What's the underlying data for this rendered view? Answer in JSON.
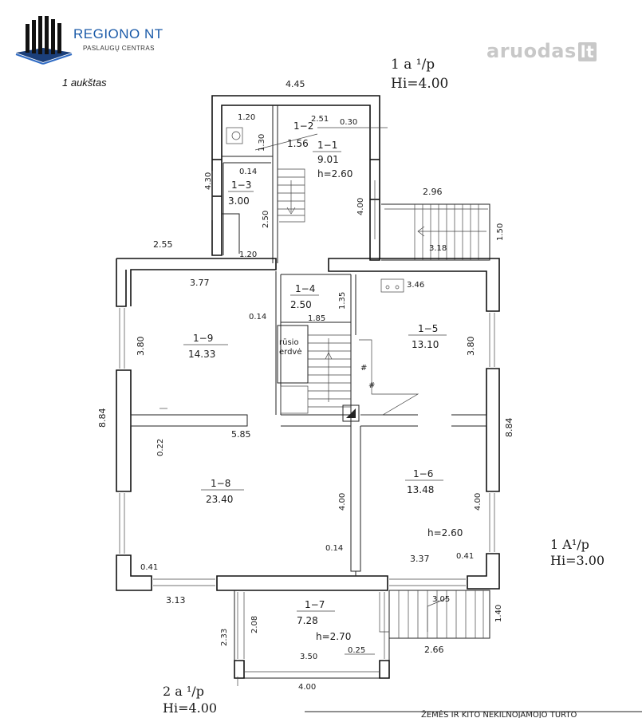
{
  "header": {
    "brand_name": "REGIONO NT",
    "brand_sub": "PASLAUGŲ CENTRAS",
    "floor_label": "1 aukštas",
    "watermark_main": "aruodas",
    "watermark_suffix": "lt"
  },
  "plan": {
    "blocks": {
      "top_a": {
        "line1": "1 a ¹/p",
        "line2": "Hi=4.00"
      },
      "right_a": {
        "line1": "1 A¹/p",
        "line2": "Hi=3.00"
      },
      "bottom_a": {
        "line1": "2 a ¹/p",
        "line2": "Hi=4.00"
      }
    },
    "rooms": [
      {
        "id": "1−1",
        "area": "9.01",
        "note": "h=2.60"
      },
      {
        "id": "1−2",
        "area": "1.56",
        "note": ""
      },
      {
        "id": "1−3",
        "area": "3.00",
        "note": ""
      },
      {
        "id": "1−4",
        "area": "2.50",
        "note": ""
      },
      {
        "id": "1−5",
        "area": "13.10",
        "note": ""
      },
      {
        "id": "1−6",
        "area": "13.48",
        "note": "h=2.60"
      },
      {
        "id": "1−7",
        "area": "7.28",
        "note": "h=2.70"
      },
      {
        "id": "1−8",
        "area": "23.40",
        "note": ""
      },
      {
        "id": "1−9",
        "area": "14.33",
        "note": ""
      }
    ],
    "storage_label_1": "rūsio",
    "storage_label_2": "erdvė",
    "dimensions": {
      "d445": "4.45",
      "d120a": "1.20",
      "d251": "2.51",
      "d030": "0.30",
      "d130": "1.30",
      "d430": "4.30",
      "d014a": "0.14",
      "d250": "2.50",
      "d400a": "4.00",
      "d296": "2.96",
      "d150": "1.50",
      "d318": "3.18",
      "d255": "2.55",
      "d120b": "1.20",
      "d377": "3.77",
      "d346": "3.46",
      "d135": "1.35",
      "d014b": "0.14",
      "d185": "1.85",
      "d380a": "3.80",
      "d380b": "3.80",
      "d884a": "8.84",
      "d884b": "8.84",
      "d585": "5.85",
      "d022": "0.22",
      "d400b": "4.00",
      "d400c": "4.00",
      "d014c": "0.14",
      "d041a": "0.41",
      "d337": "3.37",
      "d041b": "0.41",
      "d313": "3.13",
      "d305": "3.05",
      "d140": "1.40",
      "d233": "2.33",
      "d208": "2.08",
      "d350": "3.50",
      "d025": "0.25",
      "d266": "2.66",
      "d400d": "4.00"
    },
    "footer_strip": "ŽEMĖS IR KITO NEKILNOJAMOJO TURTO"
  }
}
